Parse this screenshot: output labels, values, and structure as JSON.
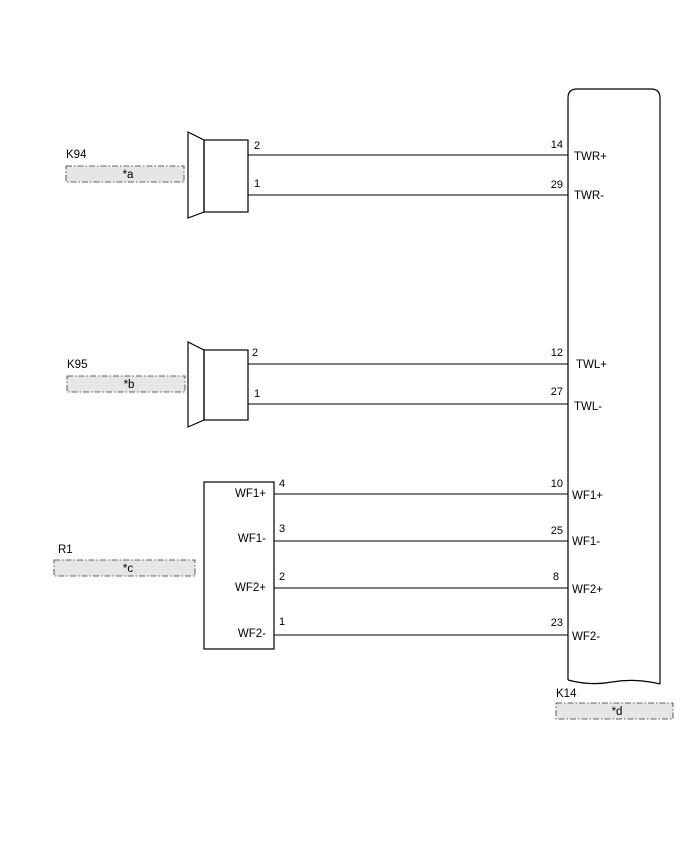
{
  "connectors": {
    "k94": {
      "id": "K94",
      "tag": "*a",
      "pin_top": "2",
      "pin_bottom": "1"
    },
    "k95": {
      "id": "K95",
      "tag": "*b",
      "pin_top": "2",
      "pin_bottom": "1"
    },
    "r1": {
      "id": "R1",
      "tag": "*c",
      "terminals": [
        {
          "name": "WF1+",
          "pin": "4"
        },
        {
          "name": "WF1-",
          "pin": "3"
        },
        {
          "name": "WF2+",
          "pin": "2"
        },
        {
          "name": "WF2-",
          "pin": "1"
        }
      ]
    },
    "k14": {
      "id": "K14",
      "tag": "*d",
      "terminals": [
        {
          "pin": "14",
          "name": "TWR+"
        },
        {
          "pin": "29",
          "name": "TWR-"
        },
        {
          "pin": "12",
          "name": "TWL+"
        },
        {
          "pin": "27",
          "name": "TWL-"
        },
        {
          "pin": "10",
          "name": "WF1+"
        },
        {
          "pin": "25",
          "name": "WF1-"
        },
        {
          "pin": "8",
          "name": "WF2+"
        },
        {
          "pin": "23",
          "name": "WF2-"
        }
      ]
    }
  },
  "colors": {
    "line": "#000000",
    "tag_fill": "#e6e6e6"
  }
}
